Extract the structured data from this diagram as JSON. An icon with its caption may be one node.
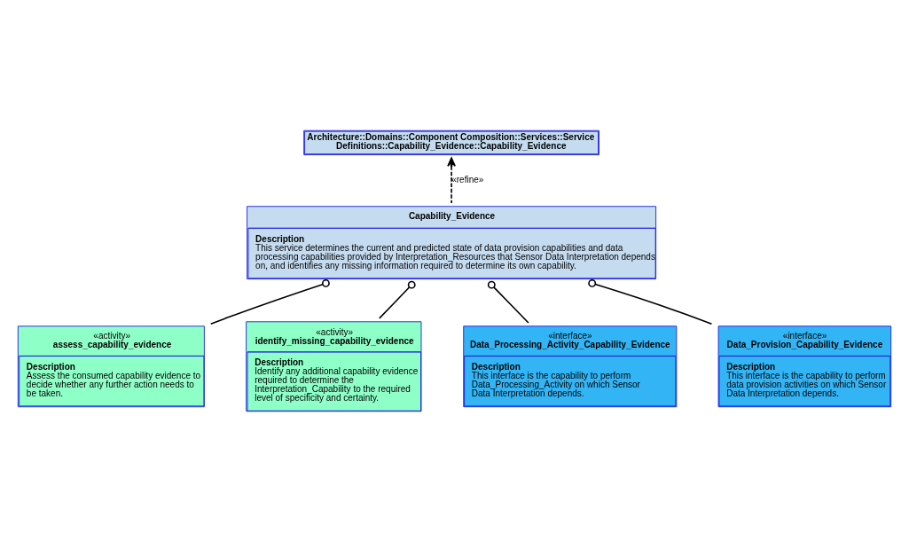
{
  "diagram": {
    "nodes": [
      {
        "text": [
          "Architecture::Domains::Component Composition::Services::Service Definitions::Capability_Evidence::Capability_Evidence"
        ]
      },
      {
        "text": [
          "Capability_Evidence",
          "Description",
          "This service determines the current and predicted state of data provision capabilities and data processing capabilities provided by Interpretation_Resources that Sensor Data Interpretation depends on, and identifies any missing information required to determine its own capability."
        ]
      },
      {
        "text": [
          "«activity»",
          "assess_capability_evidence",
          "Description",
          "Assess the consumed capability evidence to decide whether any further action needs to be taken."
        ]
      },
      {
        "text": [
          "«activity»",
          "identify_missing_capability_evidence",
          "Description",
          "Identify any additional capability evidence required to determine the Interpretation_Capability to the required level of specificity and certainty."
        ]
      },
      {
        "text": [
          "«interface»",
          "Data_Processing_Activity_Capability_Evidence",
          "Description",
          "This interface is the capability to perform Data_Processing_Activity on which Sensor Data Interpretation depends."
        ]
      },
      {
        "text": [
          "«interface»",
          "Data_Provision_Capability_Evidence",
          "Description",
          "This interface is the capability to perform data provision activities on which Sensor Data Interpretation depends."
        ]
      }
    ],
    "edges": [
      {
        "from": 1,
        "to": 0,
        "arrow": "to",
        "style": "dashed",
        "label": "«refine»"
      },
      {
        "from": 1,
        "to": 2,
        "arrow": "other"
      },
      {
        "from": 1,
        "to": 3,
        "arrow": "other"
      },
      {
        "from": 1,
        "to": 4,
        "arrow": "other"
      },
      {
        "from": 1,
        "to": 5,
        "arrow": "other"
      }
    ]
  }
}
